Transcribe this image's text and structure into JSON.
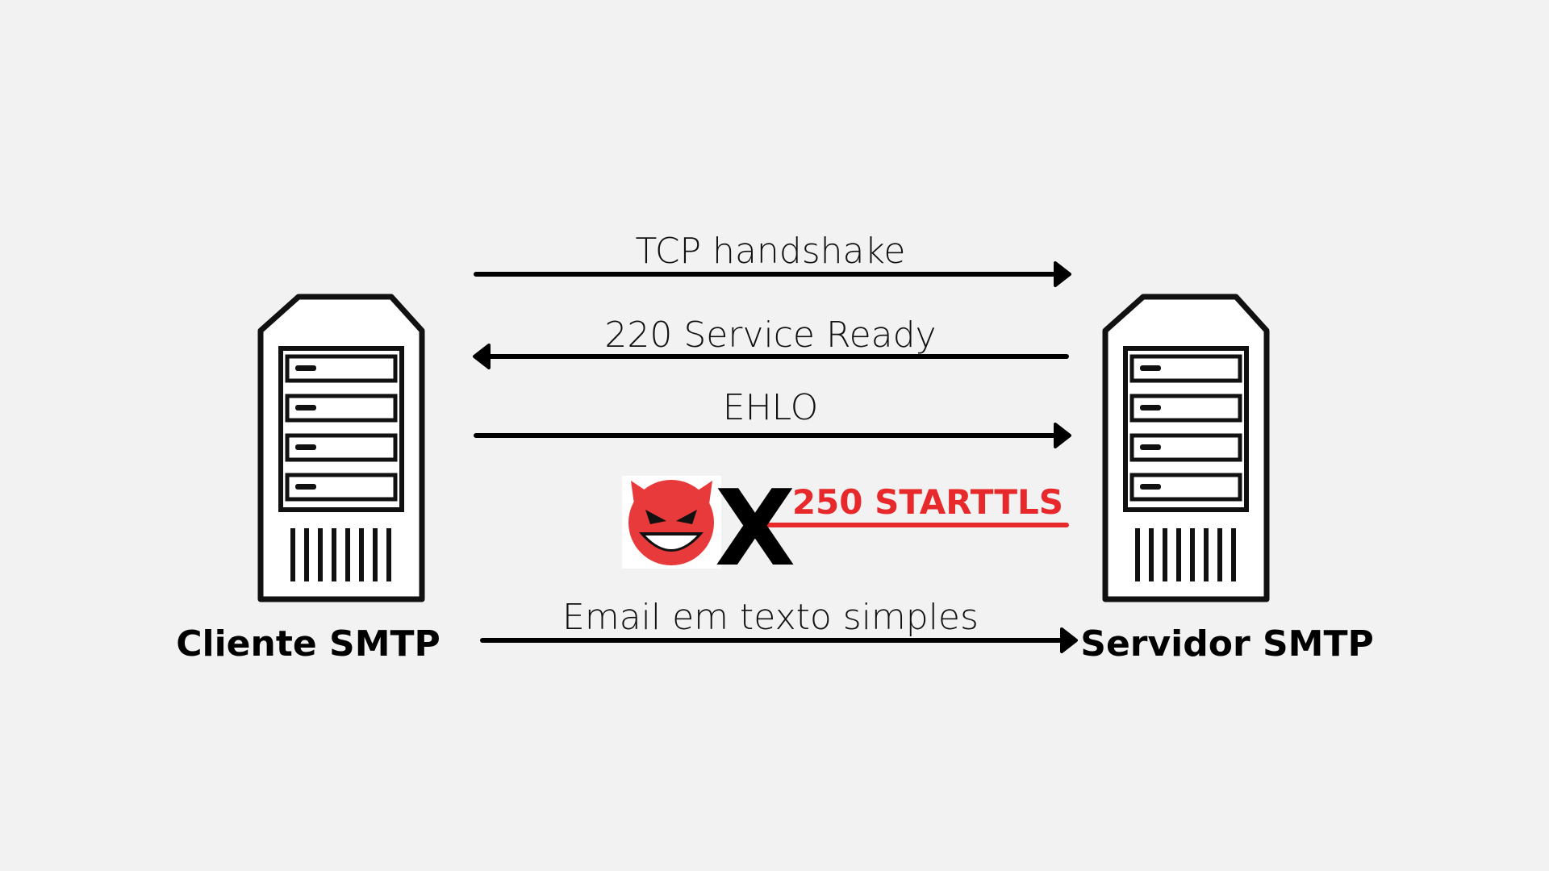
{
  "nodes": {
    "client": {
      "label": "Cliente SMTP",
      "icon": "server-icon"
    },
    "server": {
      "label": "Servidor SMTP",
      "icon": "server-icon"
    }
  },
  "messages": [
    {
      "label": "TCP handshake",
      "direction": "client-to-server"
    },
    {
      "label": "220 Service Ready",
      "direction": "server-to-client"
    },
    {
      "label": "EHLO",
      "direction": "client-to-server"
    },
    {
      "label": "250 STARTTLS",
      "direction": "server-to-client",
      "intercepted": true
    },
    {
      "label": "Email em texto simples",
      "direction": "client-to-server"
    }
  ],
  "attacker": {
    "icon": "devil-face-icon",
    "blocked_mark": "X"
  },
  "colors": {
    "background": "#f2f2f2",
    "arrow": "#000000",
    "attack": "#e8292b",
    "devil": "#e8393b"
  }
}
